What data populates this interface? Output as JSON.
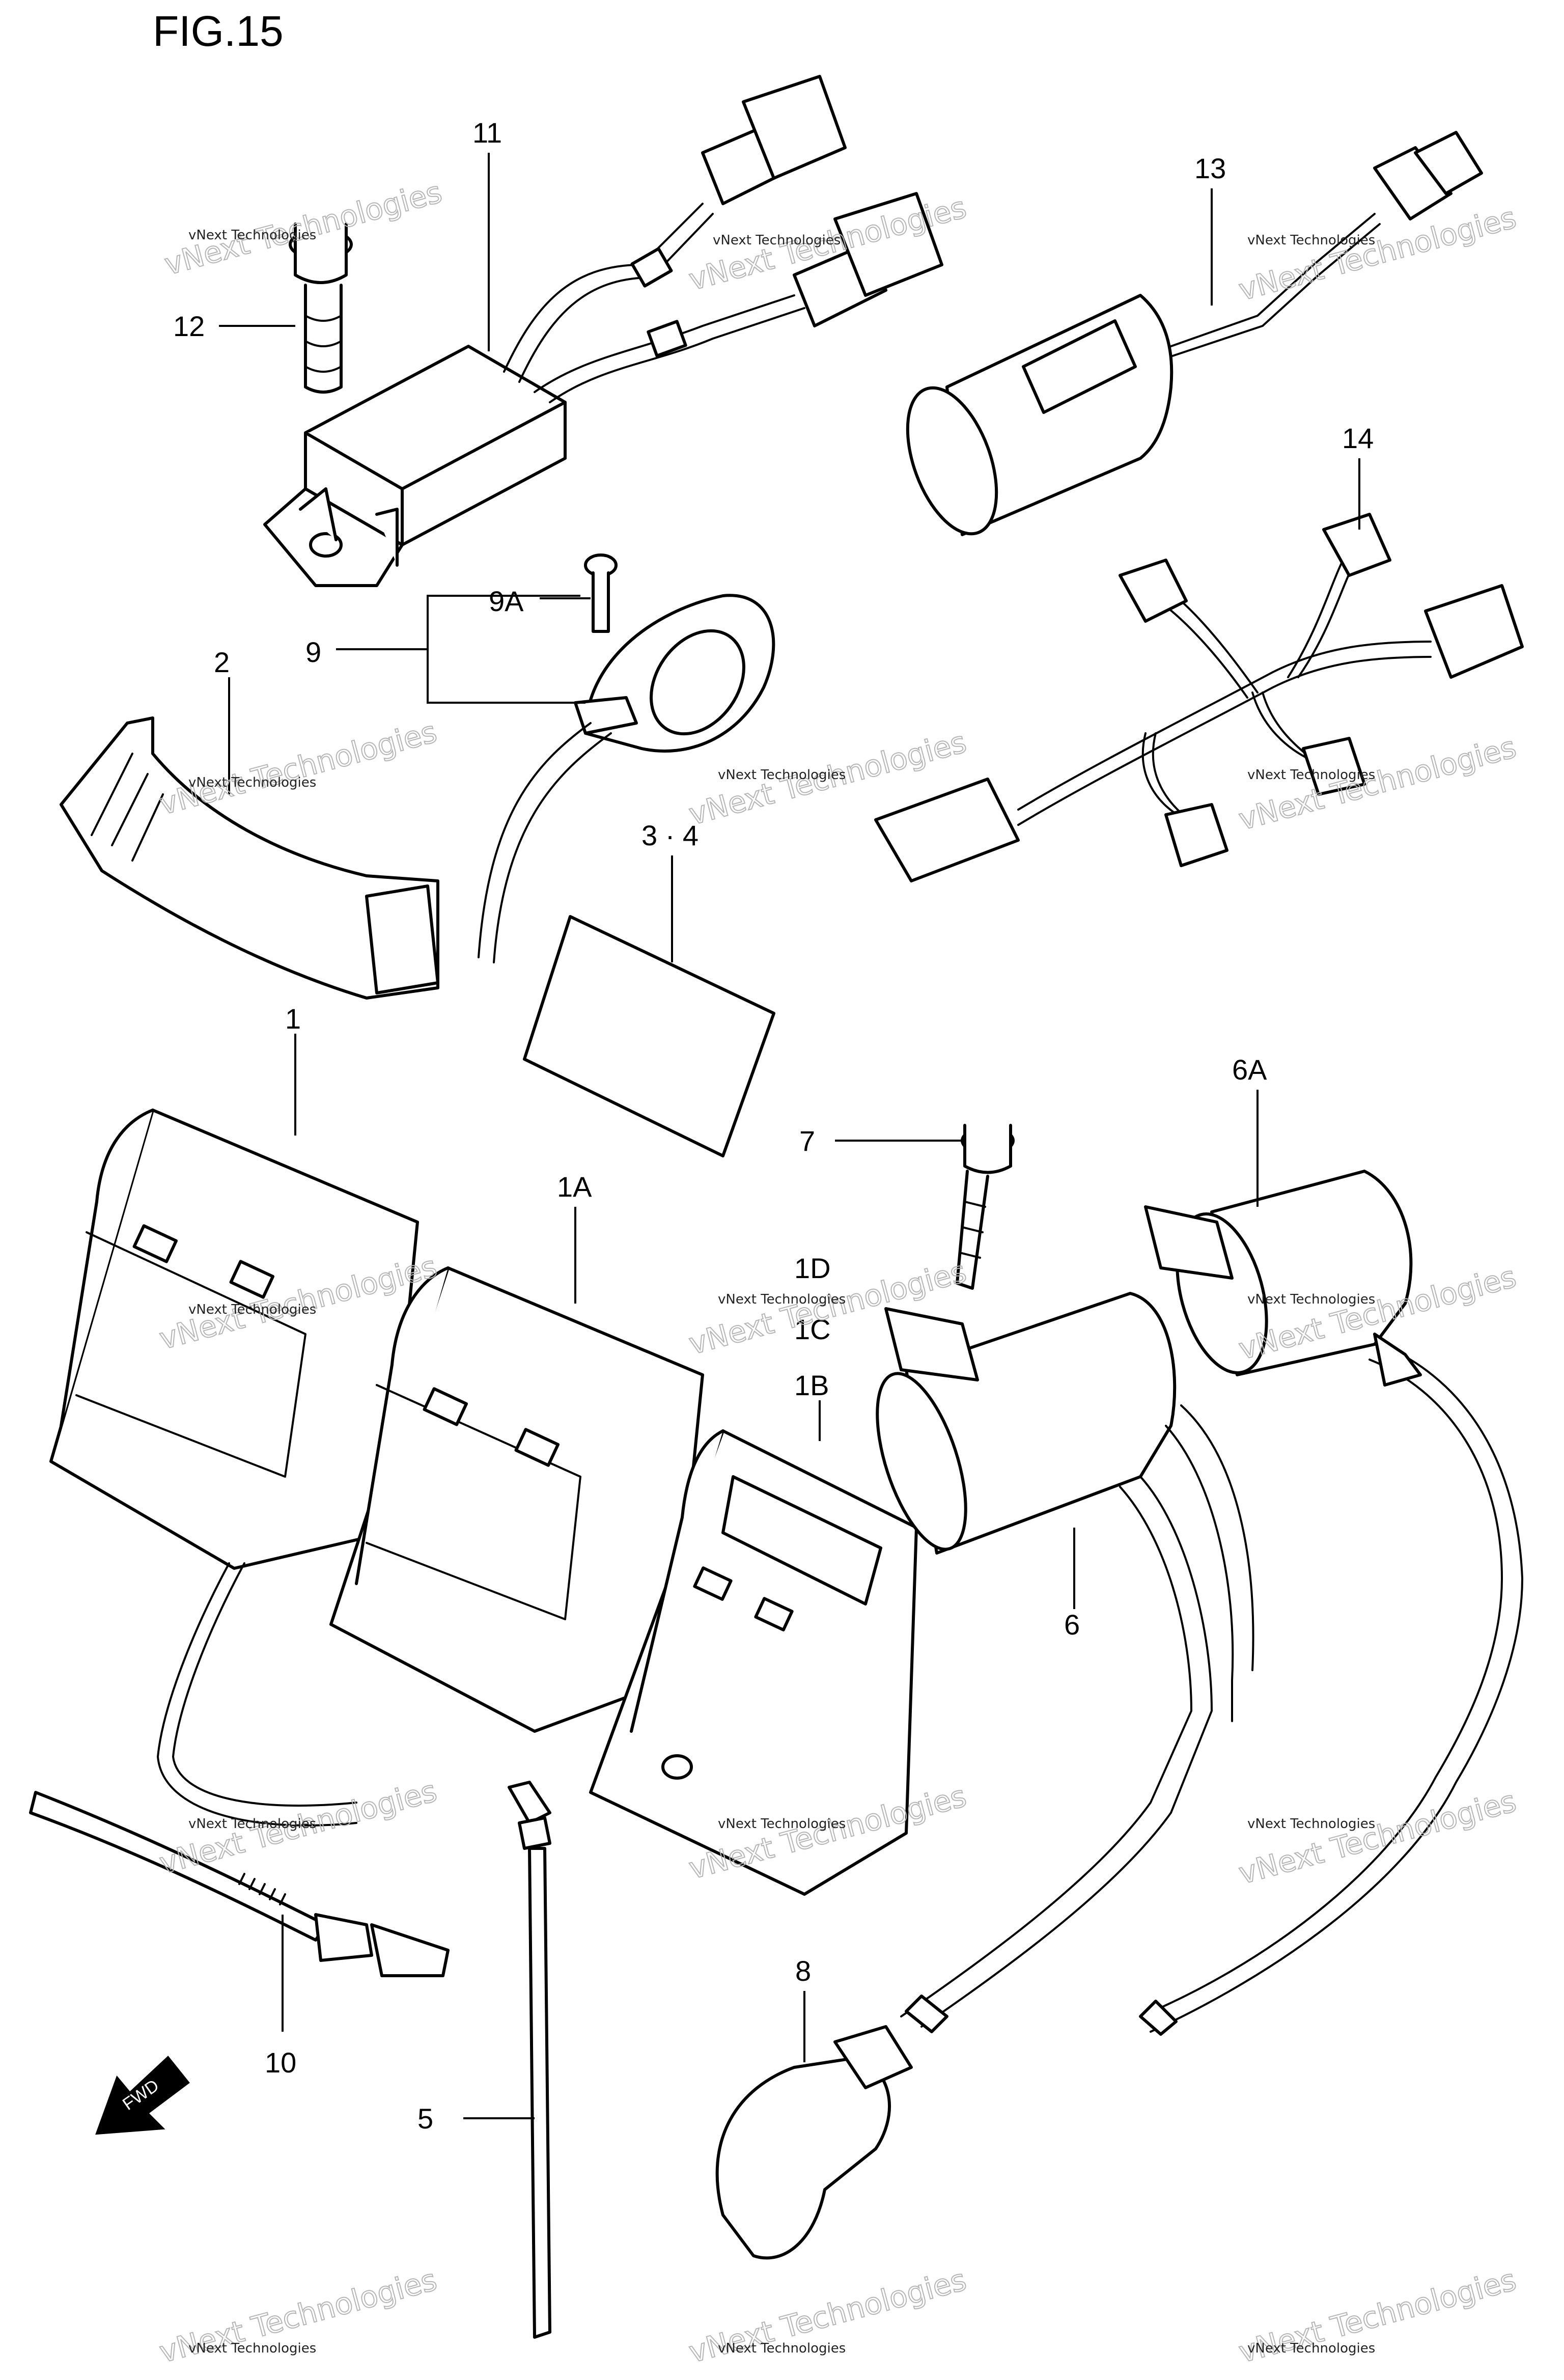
{
  "figure": {
    "title": "FIG.15"
  },
  "labels": {
    "p11": "11",
    "p12": "12",
    "p13": "13",
    "p14": "14",
    "p9a": "9A",
    "p9": "9",
    "p2": "2",
    "p34": "3 · 4",
    "p1": "1",
    "p1a": "1A",
    "p1d": "1D",
    "p1c": "1C",
    "p1b": "1B",
    "p7": "7",
    "p6a": "6A",
    "p6": "6",
    "p10": "10",
    "p5": "5",
    "p8": "8"
  },
  "fwd_arrow": {
    "text": "FWD"
  },
  "watermark": {
    "line1": "vNext Technologies",
    "line2": "vNext Technologies"
  }
}
